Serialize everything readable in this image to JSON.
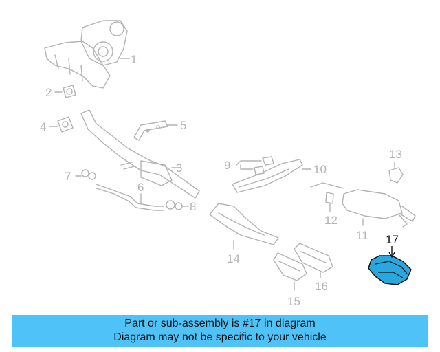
{
  "diagram": {
    "callouts": [
      "1",
      "2",
      "3",
      "4",
      "5",
      "6",
      "7",
      "8",
      "9",
      "10",
      "11",
      "12",
      "13",
      "14",
      "15",
      "16",
      "17"
    ],
    "highlighted_callout": "17"
  },
  "banner": {
    "line1": "Part or sub-assembly is #17 in diagram",
    "line2": "Diagram may not be specific to your vehicle"
  },
  "colors": {
    "banner_bg": "#4fc3f7",
    "highlight_part": "#29a8e0",
    "line_gray": "#b3b3b3"
  }
}
